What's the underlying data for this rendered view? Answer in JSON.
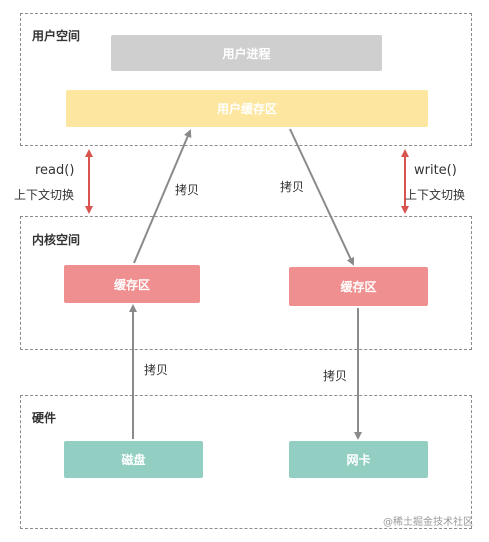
{
  "regions": {
    "user_space": "用户空间",
    "kernel_space": "内核空间",
    "hardware": "硬件"
  },
  "boxes": {
    "user_process": "用户进程",
    "user_buffer": "用户缓存区",
    "kernel_buffer_left": "缓存区",
    "kernel_buffer_right": "缓存区",
    "disk": "磁盘",
    "nic": "网卡"
  },
  "labels": {
    "read_call": "read()",
    "write_call": "write()",
    "context_switch_left": "上下文切换",
    "context_switch_right": "上下文切换",
    "copy_upper_left": "拷贝",
    "copy_upper_right": "拷贝",
    "copy_lower_left": "拷贝",
    "copy_lower_right": "拷贝"
  },
  "watermark": "@稀土掘金技术社区",
  "colors": {
    "gray_box": "#cfcfcf",
    "yellow_box": "#fde7a0",
    "red_box": "#ef8f8f",
    "teal_box": "#92cfc2",
    "copy_arrow": "#8a8a8a",
    "context_arrow": "#d9534f"
  }
}
